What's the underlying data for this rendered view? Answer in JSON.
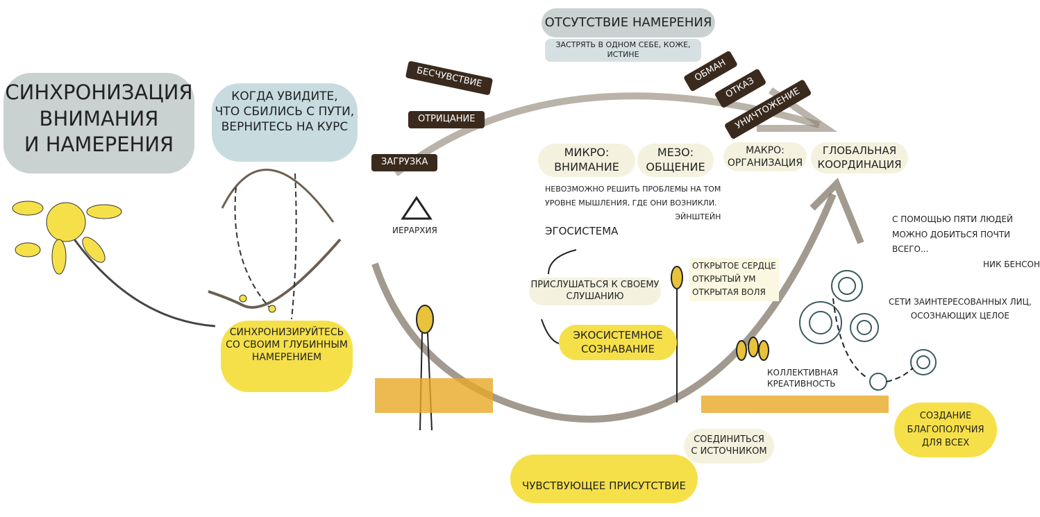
{
  "title": [
    "Синхронизация",
    "внимания",
    "и намерения"
  ],
  "hint": [
    "Когда увидите,",
    "что сбились с пути,",
    "вернитесь на курс"
  ],
  "sync": [
    "Синхронизируйтесь",
    "со своим глубинным",
    "намерением"
  ],
  "absence": {
    "title": "Отсутствие намерения",
    "subtitle": "Застрять в одном себе, коже, истине"
  },
  "left_stages": [
    "Бесчувствие",
    "Отрицание",
    "Загрузка"
  ],
  "right_stages": [
    "Обман",
    "Отказ",
    "Уничтожение"
  ],
  "hierarchy": "Иерархия",
  "levels": [
    [
      "Микро:",
      "внимание"
    ],
    [
      "Мезо:",
      "общение"
    ],
    [
      "Макро:",
      "организация"
    ],
    [
      "Глобальная",
      "координация"
    ]
  ],
  "quote": {
    "text": [
      "Невозможно решить проблемы на том",
      "уровне мышления, где они возникли."
    ],
    "author": "Эйнштейн"
  },
  "egosystem": "Эгосистема",
  "listen": [
    "Прислушаться к своему",
    "слушанию"
  ],
  "eco": [
    "Экосистемное",
    "сознавание"
  ],
  "open": [
    "Открытое сердце",
    "Открытый ум",
    "Открытая воля"
  ],
  "collective": [
    "Коллективная",
    "креативность"
  ],
  "presence": "Чувствующее присутствие",
  "connect": [
    "Соединиться",
    "с источником"
  ],
  "benson": {
    "text": [
      "С помощью пяти людей",
      "можно добиться почти всего..."
    ],
    "author": "Ник Бенсон"
  },
  "networks": [
    "Сети заинтересованных лиц,",
    "осознающих целое"
  ],
  "wellbeing": [
    "Создание",
    "благополучия",
    "для всех"
  ],
  "colors": {
    "yellow": "#f6e04a",
    "brown": "#3a2a1e",
    "gray": "#c9d1d1"
  }
}
